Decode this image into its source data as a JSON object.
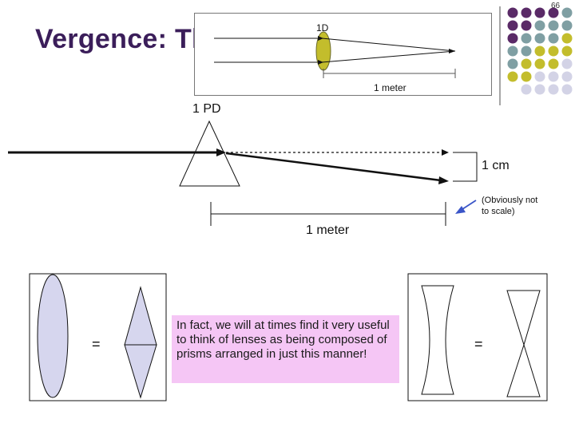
{
  "slide": {
    "number": "66"
  },
  "title": "Vergence: The Diopter Formula",
  "inset": {
    "power_label": "1D",
    "distance_label": "1 meter"
  },
  "prism_diagram": {
    "prism_label": "1 PD",
    "deviation_label": "1 cm",
    "scale_note": "(Obviously not to scale)",
    "distance_label": "1 meter"
  },
  "lens_equivalence": {
    "left_equals": "=",
    "right_equals": "=",
    "note": "In fact, we will at times find it very useful to think of lenses as being composed of prisms arranged in just this manner!"
  },
  "colors": {
    "title": "#3b1e5a",
    "dot_purple": "#5a2a67",
    "dot_teal": "#7f9fa3",
    "dot_olive": "#c3bd2c",
    "dot_lavender": "#d3d3e6",
    "lens_fill": "#d6d6ee",
    "inset_lens": "#c3bd2c",
    "note_bg": "#f5c6f5",
    "arrow_blue": "#3a55c8"
  }
}
